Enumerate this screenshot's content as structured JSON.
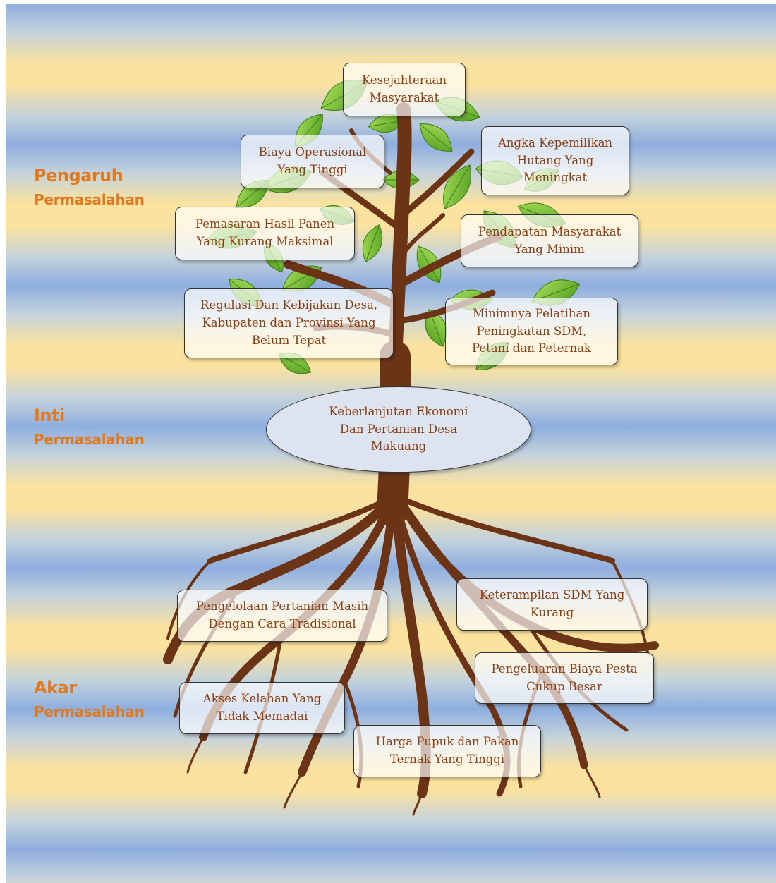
{
  "side_labels": {
    "pengaruh": {
      "line1": "Pengaruh",
      "line2": "Permasalahan"
    },
    "inti": {
      "line1": "Inti",
      "line2": "Permasalahan"
    },
    "akar": {
      "line1": "Akar",
      "line2": "Permasalahan"
    }
  },
  "core": {
    "text": "Keberlanjutan Ekonomi\nDan Pertanian Desa\nMakuang"
  },
  "effects": {
    "kesejahteraan": "Kesejahteraan\nMasyarakat",
    "biaya_operasional": "Biaya Operasional\nYang Tinggi",
    "angka_kepemilikan": "Angka Kepemilikan\nHutang Yang\nMeningkat",
    "pemasaran": "Pemasaran Hasil Panen\nYang Kurang Maksimal",
    "pendapatan": "Pendapatan Masyarakat\nYang Minim",
    "regulasi": "Regulasi Dan Kebijakan Desa,\nKabupaten dan Provinsi Yang\nBelum Tepat",
    "pelatihan": "Minimnya Pelatihan\nPeningkatan SDM,\nPetani dan Peternak"
  },
  "causes": {
    "pengelolaan": "Pengelolaan Pertanian Masih\nDengan Cara Tradisional",
    "keterampilan": "Keterampilan SDM Yang\nKurang",
    "pengeluaran": "Pengeluaran Biaya Pesta\nCukup Besar",
    "akses": "Akses Kelahan Yang\nTidak Memadai",
    "harga": "Harga Pupuk dan Pakan\nTernak Yang Tinggi"
  },
  "colors": {
    "label_orange": "#e07a20",
    "text_brown": "#8a3f12",
    "trunk_brown": "#6b3417",
    "leaf_green": "#7cc13a",
    "band_blue": "#8eaede",
    "band_yellow": "#fbe29e"
  }
}
